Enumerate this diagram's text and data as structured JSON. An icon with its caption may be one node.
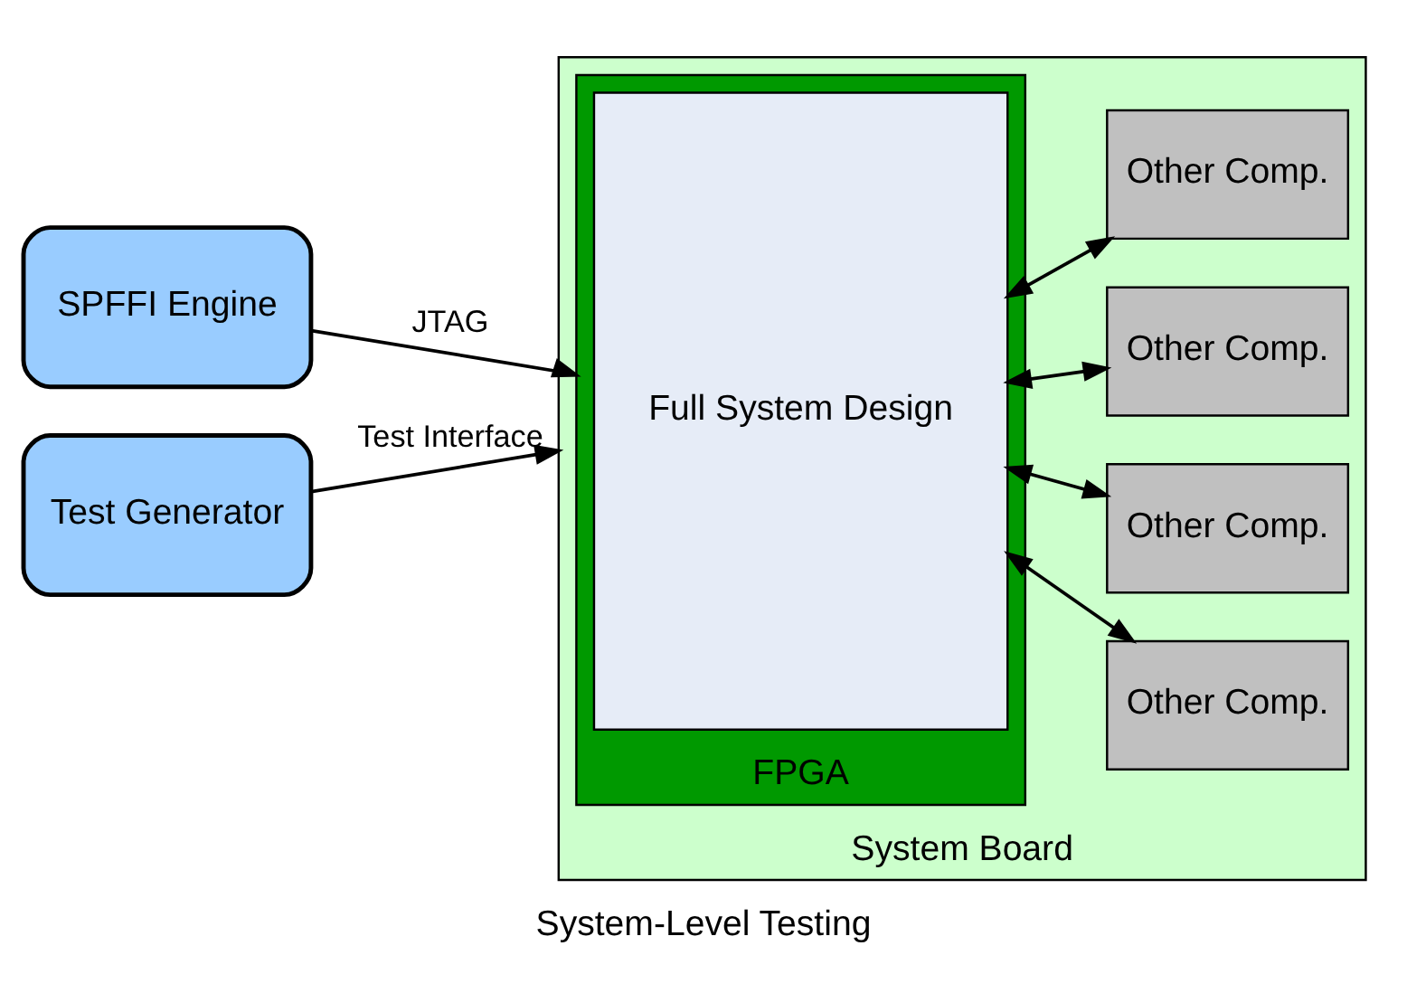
{
  "diagram": {
    "caption": "System-Level Testing",
    "nodes": [
      {
        "text": [
          "SPFFI Engine"
        ]
      },
      {
        "text": [
          "Test Generator"
        ]
      },
      {
        "text": [
          "System Board"
        ]
      },
      {
        "text": [
          "FPGA"
        ],
        "in": 2
      },
      {
        "text": [
          "Full System Design"
        ],
        "in": 3
      },
      {
        "text": [
          "Other Comp."
        ],
        "in": 2
      },
      {
        "text": [
          "Other Comp."
        ],
        "in": 2
      },
      {
        "text": [
          "Other Comp."
        ],
        "in": 2
      },
      {
        "text": [
          "Other Comp."
        ],
        "in": 2
      }
    ],
    "edges": [
      {
        "from": 0,
        "to": 3,
        "arrow": "to",
        "label": "JTAG"
      },
      {
        "from": 1,
        "to": 2,
        "arrow": "to",
        "label": "Test Interface"
      },
      {
        "from": 4,
        "to": 5,
        "arrow": "both"
      },
      {
        "from": 4,
        "to": 6,
        "arrow": "both"
      },
      {
        "from": 4,
        "to": 7,
        "arrow": "both"
      },
      {
        "from": 4,
        "to": 8,
        "arrow": "both"
      }
    ]
  }
}
